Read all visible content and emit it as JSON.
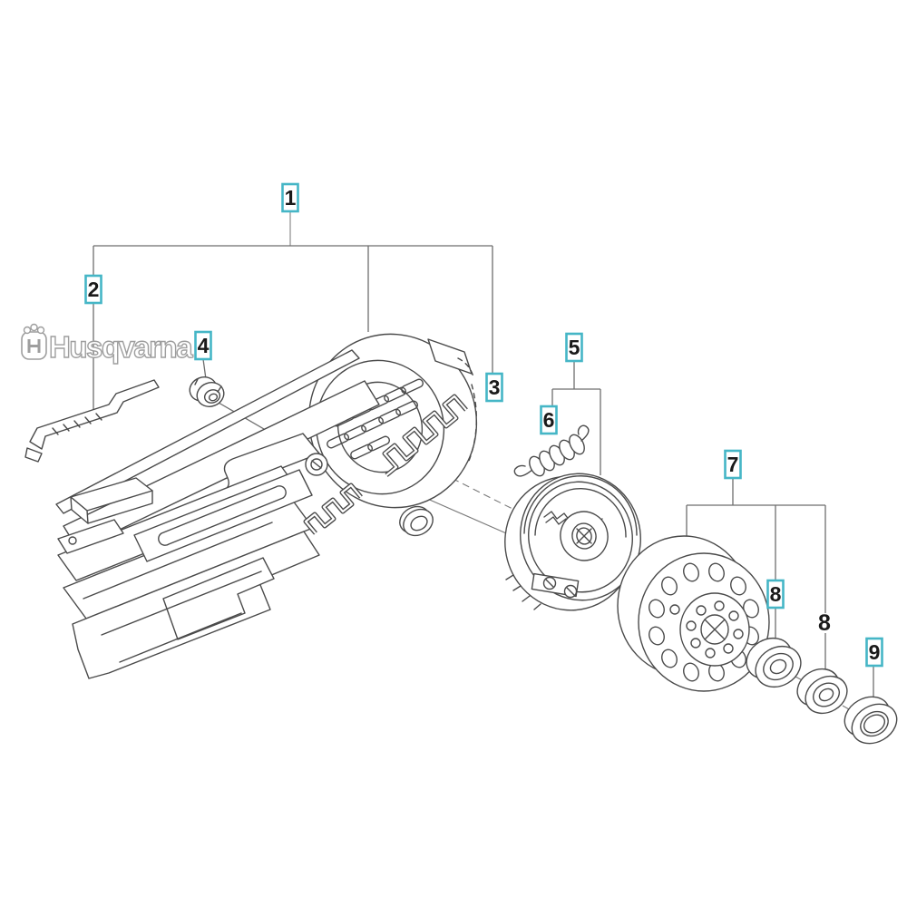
{
  "logo": {
    "text": "Husqvarna",
    "icon": "husqvarna-crown-icon"
  },
  "colors": {
    "callout_border": "#45b6c6",
    "line_art": "#4a4a4a",
    "leader_line": "#6e6e6e",
    "background": "#ffffff"
  },
  "callouts": {
    "c1": {
      "label": "1"
    },
    "c2": {
      "label": "2"
    },
    "c3": {
      "label": "3"
    },
    "c4": {
      "label": "4"
    },
    "c5": {
      "label": "5"
    },
    "c6": {
      "label": "6"
    },
    "c7": {
      "label": "7"
    },
    "c8a": {
      "label": "8"
    },
    "c8b": {
      "label": "8"
    },
    "c9": {
      "label": "9"
    }
  }
}
